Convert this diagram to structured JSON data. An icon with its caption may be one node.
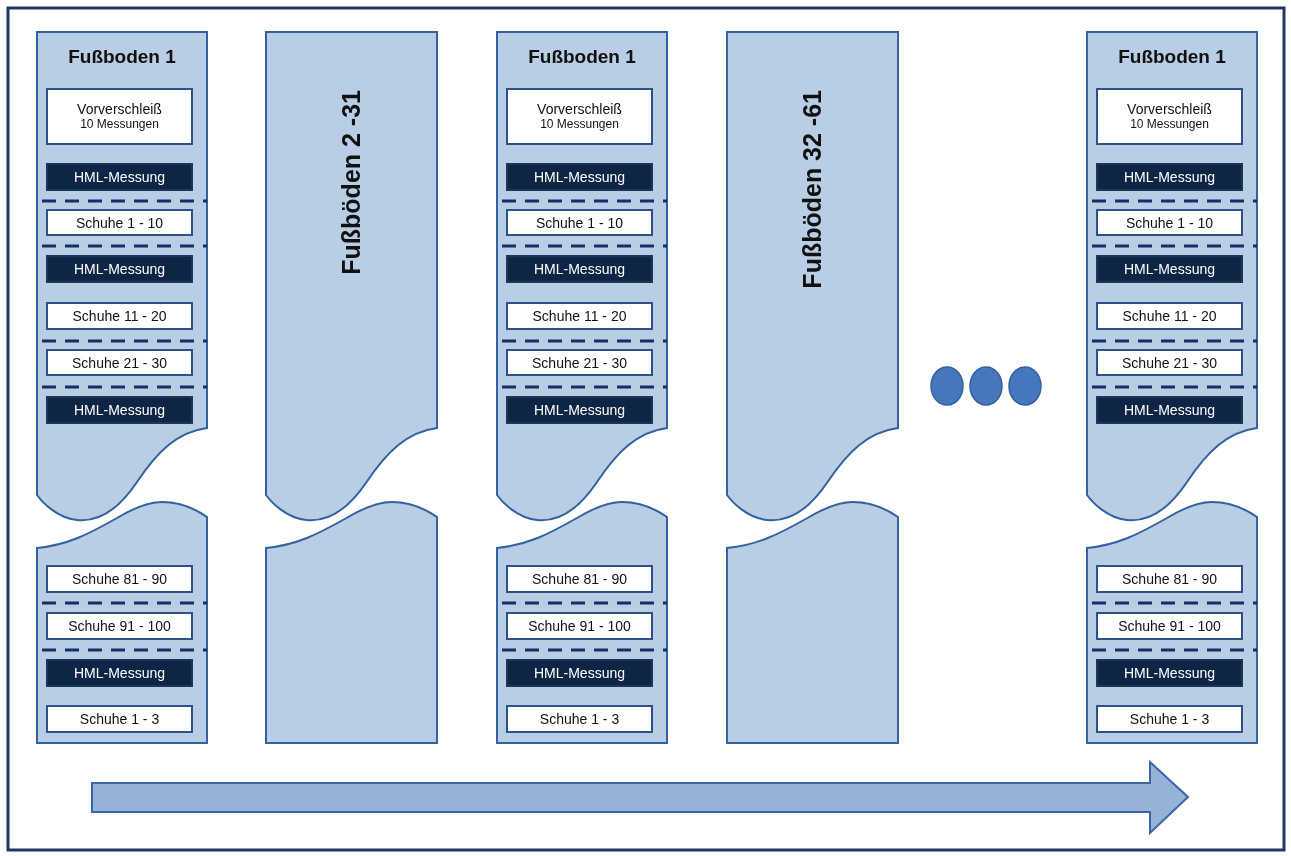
{
  "diagram": {
    "nodes": [
      {
        "text": [
          "Fußboden 1"
        ]
      },
      {
        "text": [
          "Vorverschleiß",
          "10 Messungen"
        ],
        "in": 0
      },
      {
        "text": [
          "HML-Messung"
        ],
        "in": 0
      },
      {
        "text": [
          "Schuhe 1 - 10"
        ],
        "in": 0
      },
      {
        "text": [
          "HML-Messung"
        ],
        "in": 0
      },
      {
        "text": [
          "Schuhe 11 - 20"
        ],
        "in": 0
      },
      {
        "text": [
          "Schuhe 21 - 30"
        ],
        "in": 0
      },
      {
        "text": [
          "HML-Messung"
        ],
        "in": 0
      },
      {
        "text": [],
        "shape": "box"
      },
      {
        "text": [
          "Schuhe 81 - 90"
        ],
        "in": 8
      },
      {
        "text": [
          "Schuhe 91 - 100"
        ],
        "in": 8
      },
      {
        "text": [
          "HML-Messung"
        ],
        "in": 8
      },
      {
        "text": [
          "Schuhe 1 - 3"
        ],
        "in": 8
      },
      {
        "text": [
          "Fußböden 2 -31"
        ]
      },
      {
        "text": [],
        "shape": "box"
      },
      {
        "text": [
          "Fußboden 1"
        ]
      },
      {
        "text": [
          "Vorverschleiß",
          "10 Messungen"
        ],
        "in": 15
      },
      {
        "text": [
          "HML-Messung"
        ],
        "in": 15
      },
      {
        "text": [
          "Schuhe 1 - 10"
        ],
        "in": 15
      },
      {
        "text": [
          "HML-Messung"
        ],
        "in": 15
      },
      {
        "text": [
          "Schuhe 11 - 20"
        ],
        "in": 15
      },
      {
        "text": [
          "Schuhe 21 - 30"
        ],
        "in": 15
      },
      {
        "text": [
          "HML-Messung"
        ],
        "in": 15
      },
      {
        "text": [],
        "shape": "box"
      },
      {
        "text": [
          "Schuhe 81 - 90"
        ],
        "in": 23
      },
      {
        "text": [
          "Schuhe 91 - 100"
        ],
        "in": 23
      },
      {
        "text": [
          "HML-Messung"
        ],
        "in": 23
      },
      {
        "text": [
          "Schuhe 1 - 3"
        ],
        "in": 23
      },
      {
        "text": [
          "Fußböden 32 -61"
        ]
      },
      {
        "text": [],
        "shape": "box"
      },
      {
        "text": [
          "Fußboden 1"
        ]
      },
      {
        "text": [
          "Vorverschleiß",
          "10 Messungen"
        ],
        "in": 30
      },
      {
        "text": [
          "HML-Messung"
        ],
        "in": 30
      },
      {
        "text": [
          "Schuhe 1 - 10"
        ],
        "in": 30
      },
      {
        "text": [
          "HML-Messung"
        ],
        "in": 30
      },
      {
        "text": [
          "Schuhe 11 - 20"
        ],
        "in": 30
      },
      {
        "text": [
          "Schuhe 21 - 30"
        ],
        "in": 30
      },
      {
        "text": [
          "HML-Messung"
        ],
        "in": 30
      },
      {
        "text": [],
        "shape": "box"
      },
      {
        "text": [
          "Schuhe 81 - 90"
        ],
        "in": 38
      },
      {
        "text": [
          "Schuhe 91 - 100"
        ],
        "in": 38
      },
      {
        "text": [
          "HML-Messung"
        ],
        "in": 38
      },
      {
        "text": [
          "Schuhe 1 - 3"
        ],
        "in": 38
      }
    ]
  }
}
